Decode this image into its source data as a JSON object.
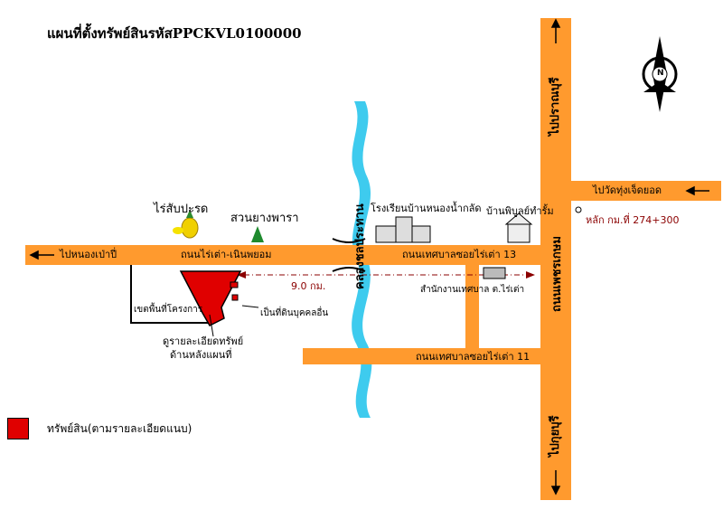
{
  "title": "แผนที่ตั้งทรัพย์สินรหัสPPCKVL0100000",
  "compass": {
    "letter": "N"
  },
  "labels": {
    "to_nong_pao_pi": "ไปหนองเป่าปี่",
    "road_rai_tao_noen_phayom": "ถนนไร่เต่า-เนินพยอม",
    "road_thesaban_soi_13": "ถนนเทศบาลซอยไร่เต่า 13",
    "road_thesaban_soi_11": "ถนนเทศบาลซอยไร่เต่า 11",
    "to_wat_thung_set_yot": "ไปวัดทุ่งเจ็ดยอด",
    "km_marker": "หลัก กม.ที่ 274+300",
    "distance": "9.0 กม.",
    "municipal_office": "สำนักงานเทศบาล ต.ไร่เต่า",
    "school": "โรงเรียนบ้านหนองน้ำกลัด",
    "health_center": "บ้านพิบูลย์ทำรั้ม",
    "pineapple_farm": "ไร่สับปะรด",
    "rubber_garden": "สวนยางพารา",
    "project_area": "เขตพื้นที่โครงการ",
    "other_land": "เป็นที่ดินบุคคลอื่น",
    "see_details": "ดูรายละเอียดทรัพย์",
    "back_map": "ด้านหลังแผนที่",
    "canal": "คลองชลประทาน",
    "highway": "ถนนเพชรเกษม",
    "to_prachuap": "ไปปราณบุรี",
    "to_phetchaburi": "ไปกุยบุรี"
  },
  "legend": {
    "label": "ทรัพย์สิน(ตามรายละเอียดแนบ)"
  },
  "colors": {
    "road": "#ff9a2e",
    "canal": "#3ecbee",
    "property": "#e00000",
    "tree": "#1e8a2e"
  }
}
